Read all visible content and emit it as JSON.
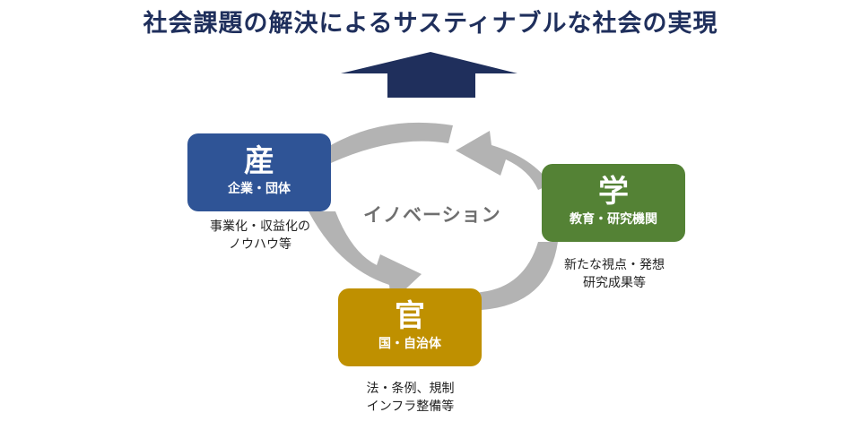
{
  "title": "社会課題の解決によるサスティナブルな社会の実現",
  "center_label": "イノベーション",
  "nodes": {
    "industry": {
      "label": "産",
      "sub": "企業・団体",
      "color": "#2f5496",
      "note": [
        "事業化・収益化の",
        "ノウハウ等"
      ]
    },
    "academia": {
      "label": "学",
      "sub": "教育・研究機関",
      "color": "#548235",
      "note": [
        "新たな視点・発想",
        "研究成果等"
      ]
    },
    "government": {
      "label": "官",
      "sub": "国・自治体",
      "color": "#bf9000",
      "note": [
        "法・条例、規制",
        "インフラ整備等"
      ]
    }
  },
  "colors": {
    "title": "#1f2f5c",
    "up_arrow": "#1f2f5c",
    "cycle_arrow": "#b3b3b3"
  }
}
